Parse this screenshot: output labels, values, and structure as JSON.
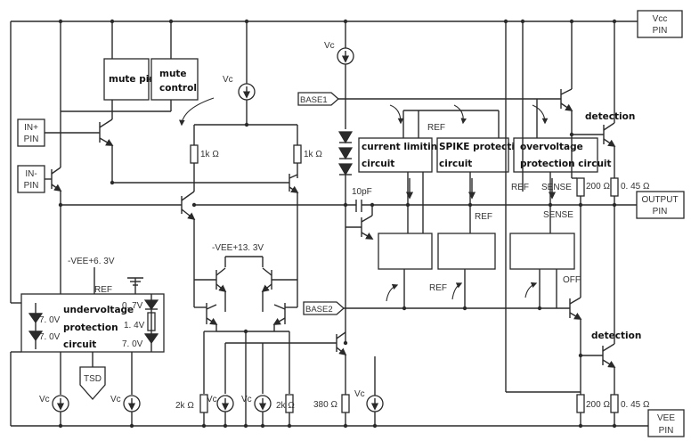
{
  "pins": {
    "vcc_line1": "Vcc",
    "vcc_line2": "PIN",
    "vee_line1": "VEE",
    "vee_line2": "PIN",
    "in_plus_line1": "IN+",
    "in_plus_line2": "PIN",
    "in_minus_line1": "IN-",
    "in_minus_line2": "PIN",
    "output_line1": "OUTPUT",
    "output_line2": "PIN",
    "base1": "BASE1",
    "base2": "BASE2"
  },
  "blocks": {
    "mute_pin": "mute pin",
    "mute_control_line1": "mute",
    "mute_control_line2": "control",
    "current_limit_line1": "current limiting",
    "current_limit_line2": "circuit",
    "spike_line1": "SPIKE protection",
    "spike_line2": "circuit",
    "overvoltage_line1": "overvoltage",
    "overvoltage_line2": "protection circuit",
    "detection_top": "detection",
    "detection_bottom": "detection",
    "undervoltage_line1": "undervoltage",
    "undervoltage_line2": "protection",
    "undervoltage_line3": "circuit",
    "tsd": "TSD"
  },
  "labels": {
    "vc": "Vc",
    "r_1k_left": "1k Ω",
    "r_1k_right": "1k Ω",
    "r_2k_left": "2k Ω",
    "r_2k_right": "2k Ω",
    "r_380": "380 Ω",
    "r_200_top": "200 Ω",
    "r_045_top": "0. 45 Ω",
    "r_200_bottom": "200 Ω",
    "r_045_bottom": "0. 45 Ω",
    "cap_10pf": "10pF",
    "vee_6v3": "-VEE+6. 3V",
    "vee_13v3": "-VEE+13. 3V",
    "ref": "REF",
    "sense": "SENSE",
    "off": "OFF",
    "z_07_top": "0. 7V",
    "z_14": "1. 4V",
    "z_70_a": "7. 0V",
    "z_70_b": "7. 0V",
    "z_70_c": "7. 0V"
  }
}
